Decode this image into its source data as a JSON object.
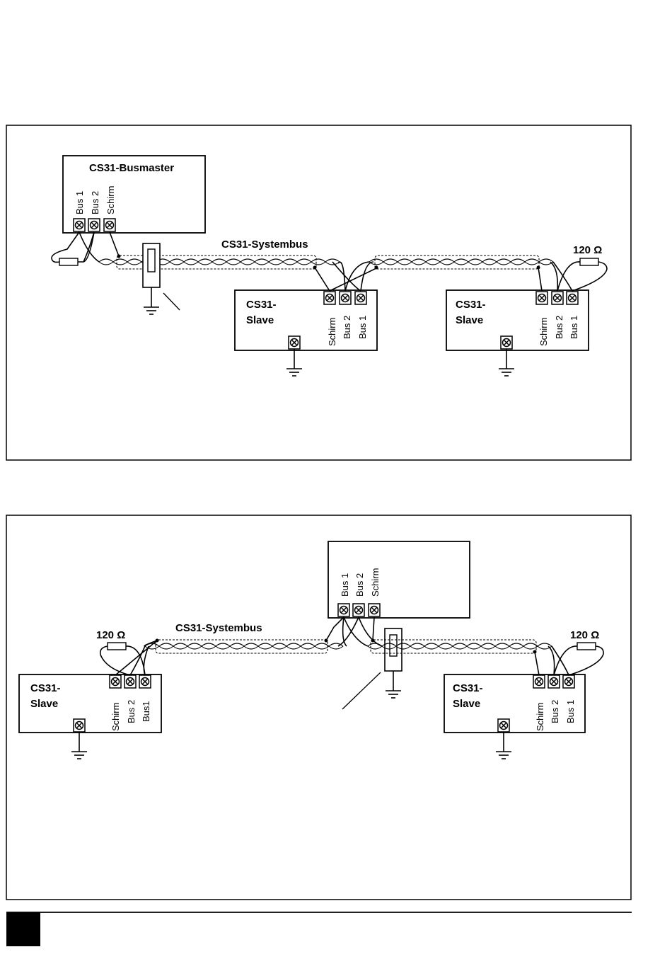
{
  "diagram1": {
    "busmaster": {
      "title": "CS31-Busmaster",
      "terminals": [
        "Bus 1",
        "Bus 2",
        "Schirm"
      ]
    },
    "bus_label": "CS31-Systembus",
    "resistor_label": "120 Ω",
    "slave_a": {
      "title_line1": "CS31-",
      "title_line2": "Slave",
      "terminals": [
        "Schirm",
        "Bus 2",
        "Bus 1"
      ]
    },
    "slave_b": {
      "title_line1": "CS31-",
      "title_line2": "Slave",
      "terminals": [
        "Schirm",
        "Bus 2",
        "Bus 1"
      ]
    }
  },
  "diagram2": {
    "master": {
      "terminals": [
        "Bus 1",
        "Bus 2",
        "Schirm"
      ]
    },
    "bus_label": "CS31-Systembus",
    "resistor_left_label": "120 Ω",
    "resistor_right_label": "120 Ω",
    "slave_left": {
      "title_line1": "CS31-",
      "title_line2": "Slave",
      "terminals": [
        "Schirm",
        "Bus 2",
        "Bus1"
      ]
    },
    "slave_right": {
      "title_line1": "CS31-",
      "title_line2": "Slave",
      "terminals": [
        "Schirm",
        "Bus 2",
        "Bus 1"
      ]
    }
  }
}
